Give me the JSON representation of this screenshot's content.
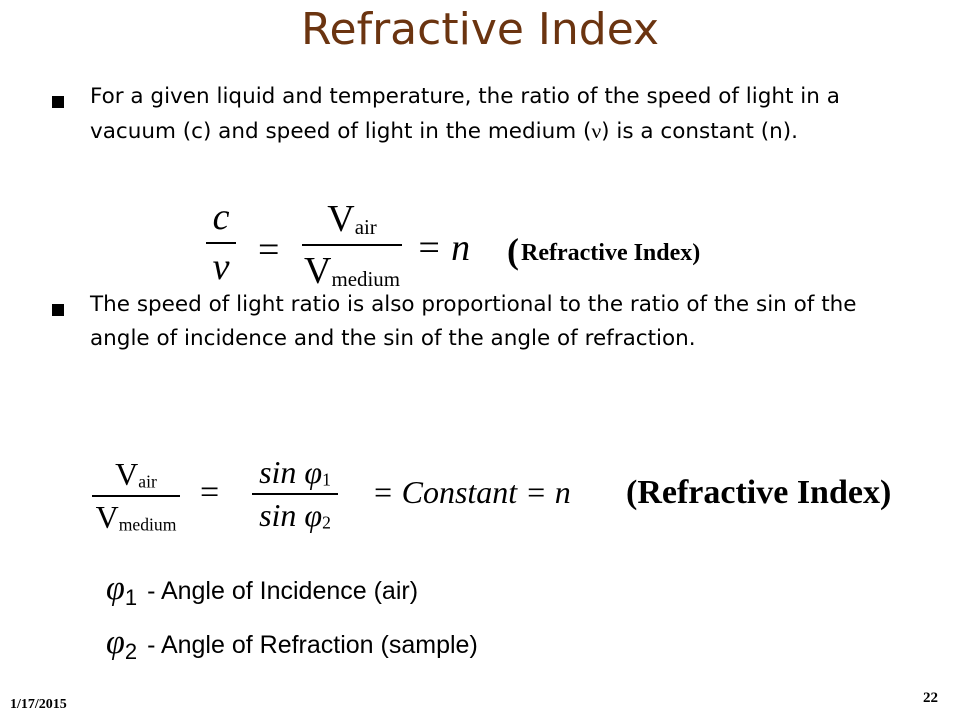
{
  "slide": {
    "title": "Refractive Index",
    "bullets": [
      {
        "text_before_nu": "For a given liquid and temperature, the ratio of the speed of light in a vacuum (c) and speed of light in the medium (",
        "nu": "ν",
        "text_after_nu": ") is a constant (n)."
      },
      {
        "text": "The speed of light ratio is also proportional to the ratio of the sin of the angle of incidence and the sin of the angle of refraction."
      }
    ],
    "equation1": {
      "lhs_num": "c",
      "lhs_den": "ν",
      "equals": "=",
      "rhs_num_base": "V",
      "rhs_num_sub": "air",
      "rhs_den_base": "V",
      "rhs_den_sub": "medium",
      "equals_n": "= n",
      "label_open": "(",
      "label_text": "Refractive Index)"
    },
    "equation2": {
      "lhs_num_base": "V",
      "lhs_num_sub": "air",
      "lhs_den_base": "V",
      "lhs_den_sub": "medium",
      "equals": "=",
      "mid_num": "sin φ",
      "mid_num_sub": "1",
      "mid_den": "sin φ",
      "mid_den_sub": "2",
      "constant_text": "= Constant = n",
      "label": "(Refractive Index)"
    },
    "definitions": [
      {
        "symbol": "φ",
        "sub": "1",
        "text": "- Angle of Incidence (air)"
      },
      {
        "symbol": "φ",
        "sub": "2",
        "text": "- Angle of Refraction (sample)"
      }
    ],
    "footer": {
      "date": "1/17/2015",
      "page": "22"
    }
  }
}
